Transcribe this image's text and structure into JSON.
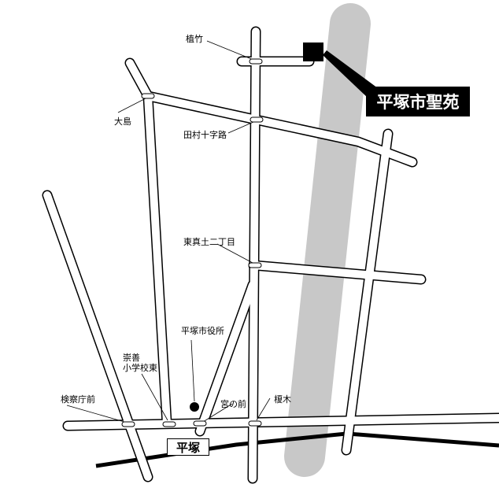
{
  "destination": "平塚市聖苑",
  "station": "平塚",
  "landmark": "平塚市役所",
  "bus_stops": [
    "植竹",
    "大島",
    "田村十字路",
    "東真土二丁目",
    "崇善",
    "小学校東",
    "検察庁前",
    "宮の前",
    "榎木"
  ],
  "colors": {
    "band": "#c8c8c8",
    "road_edge": "#000000",
    "road_fill": "#ffffff",
    "rail": "#000000"
  }
}
